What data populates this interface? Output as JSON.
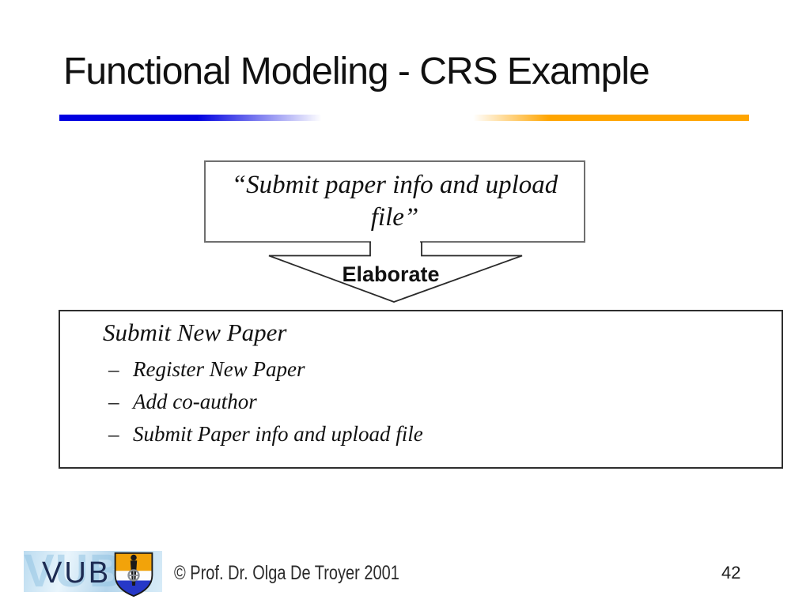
{
  "title": "Functional Modeling - CRS Example",
  "divider": {
    "left_color": "#0000E0",
    "right_color": "#FFA500"
  },
  "quote_box": {
    "text": "“Submit paper info and upload file”"
  },
  "arrow": {
    "label": "Elaborate"
  },
  "detail_box": {
    "heading": "Submit New Paper",
    "bullet_char": "–",
    "items": [
      "Register New Paper",
      "Add co-author",
      "Submit Paper info and upload file"
    ]
  },
  "footer": {
    "logo_text": "VUB",
    "copyright": "© Prof. Dr. Olga De Troyer 2001",
    "page_number": "42"
  }
}
